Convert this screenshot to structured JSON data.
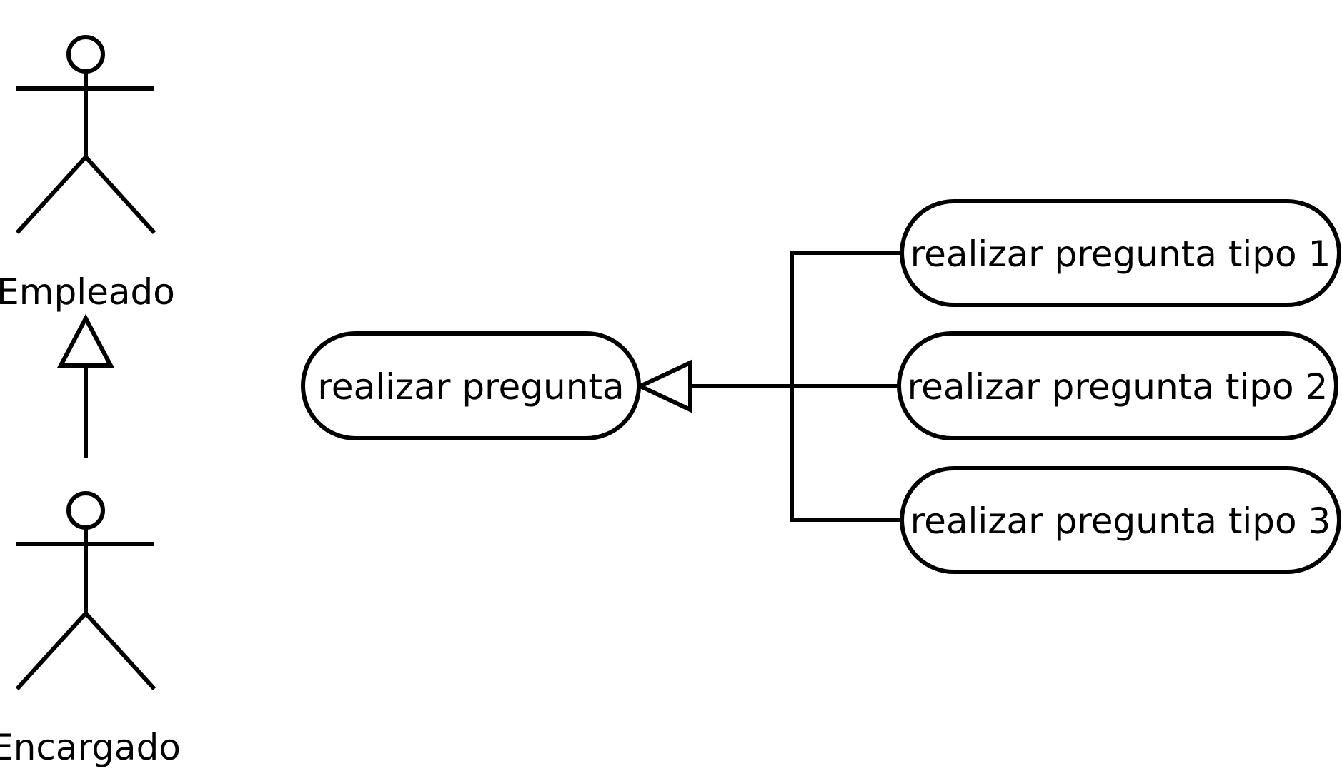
{
  "actors": {
    "top": {
      "name": "Empleado"
    },
    "bottom": {
      "name": "Encargado"
    }
  },
  "use_cases": {
    "parent": {
      "label": "realizar pregunta"
    },
    "children": [
      {
        "label": "realizar pregunta tipo 1"
      },
      {
        "label": "realizar pregunta tipo 2"
      },
      {
        "label": "realizar pregunta tipo 3"
      }
    ]
  },
  "colors": {
    "stroke": "#000000",
    "background": "#ffffff"
  }
}
